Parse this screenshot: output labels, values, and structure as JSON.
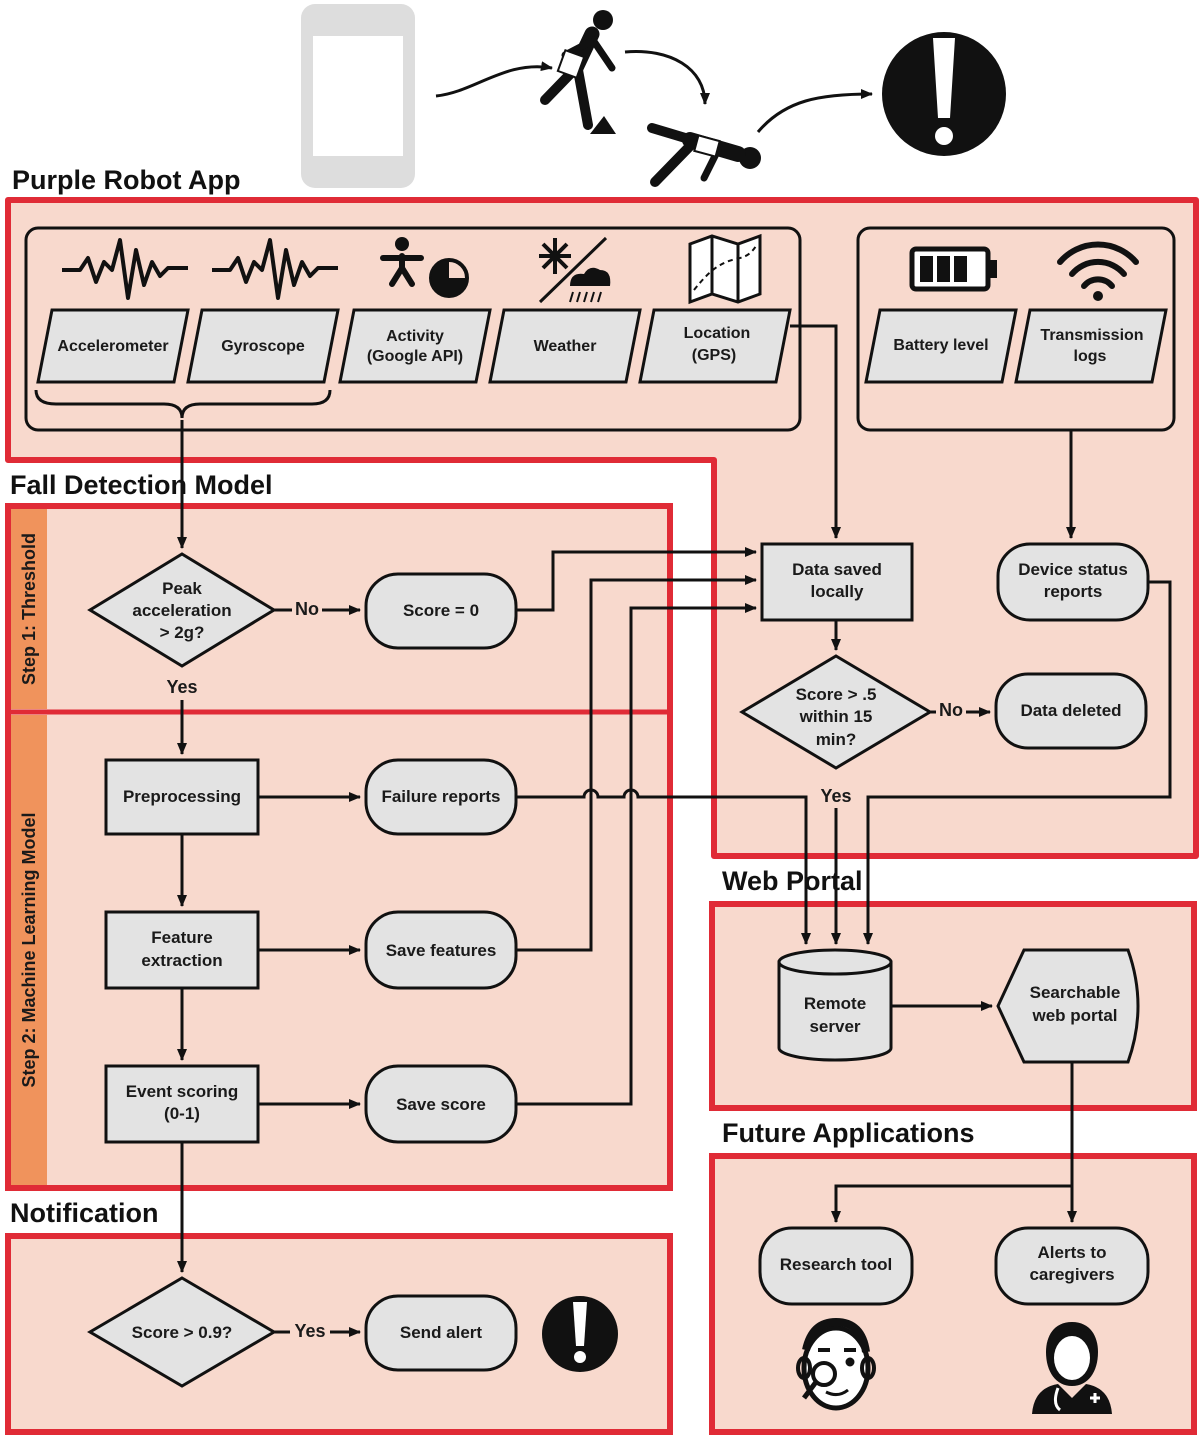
{
  "sections": {
    "app": "Purple Robot App",
    "model": "Fall Detection Model",
    "notification": "Notification",
    "portal": "Web Portal",
    "future": "Future Applications"
  },
  "steps": {
    "threshold": "Step 1: Threshold",
    "ml": "Step 2: Machine Learning Model"
  },
  "sensors": {
    "accelerometer": "Accelerometer",
    "gyroscope": "Gyroscope",
    "activity_l1": "Activity",
    "activity_l2": "(Google API)",
    "weather": "Weather",
    "location_l1": "Location",
    "location_l2": "(GPS)",
    "battery": "Battery level",
    "transmission_l1": "Transmission",
    "transmission_l2": "logs"
  },
  "nodes": {
    "peak_l1": "Peak",
    "peak_l2": "acceleration",
    "peak_l3": "> 2g?",
    "score0": "Score = 0",
    "preprocessing": "Preprocessing",
    "failure": "Failure reports",
    "feature_l1": "Feature",
    "feature_l2": "extraction",
    "save_features": "Save features",
    "event_l1": "Event scoring",
    "event_l2": "(0-1)",
    "save_score": "Save score",
    "data_saved_l1": "Data saved",
    "data_saved_l2": "locally",
    "device_l1": "Device status",
    "device_l2": "reports",
    "score5_l1": "Score > .5",
    "score5_l2": "within 15",
    "score5_l3": "min?",
    "data_deleted": "Data deleted",
    "remote_l1": "Remote",
    "remote_l2": "server",
    "portal_l1": "Searchable",
    "portal_l2": "web portal",
    "score09": "Score  > 0.9?",
    "send_alert": "Send alert",
    "research": "Research tool",
    "alerts_l1": "Alerts to",
    "alerts_l2": "caregivers"
  },
  "edges": {
    "no1": "No",
    "yes1": "Yes",
    "no2": "No",
    "yes2": "Yes",
    "yes3": "Yes"
  },
  "colors": {
    "section_fill": "#f8d9cd",
    "section_border": "#e02b36",
    "step_bar": "#f0935c",
    "node_fill": "#e3e3e3",
    "stroke": "#111111"
  }
}
